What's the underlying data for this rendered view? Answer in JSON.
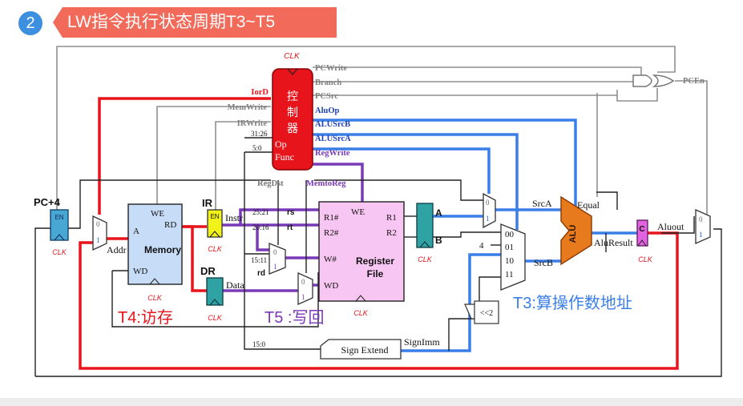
{
  "header": {
    "step_number": "2",
    "title": "LW指令执行状态周期T3~T5"
  },
  "controller": {
    "clk": "CLK",
    "label_line1": "控",
    "label_line2": "制",
    "label_line3": "器",
    "op": "Op",
    "func": "Func",
    "bits_op": "31:26",
    "bits_func": "5:0"
  },
  "signals": {
    "pcwrite": "PCWrite",
    "branch": "Branch",
    "pcsrc": "PCSrc",
    "iord": "IorD",
    "memwrite": "MemWrite",
    "aluop": "AluOp",
    "irwrite": "IRWrite",
    "alusrcb": "ALUSrcB",
    "alusrca": "ALUSrcA",
    "regwrite": "RegWrite",
    "regdst": "RegDst",
    "memtoreg": "MemtoReg",
    "pcen": "PCEn"
  },
  "pc": {
    "label": "PC+4",
    "en": "EN",
    "clk": "CLK"
  },
  "memory": {
    "title": "Memory",
    "we": "WE",
    "a": "A",
    "rd": "RD",
    "wd": "WD",
    "clk": "CLK",
    "addr": "Addr"
  },
  "ir": {
    "label": "IR",
    "en": "EN",
    "clk": "CLK",
    "instr": "Instr"
  },
  "dr": {
    "label": "DR",
    "clk": "CLK",
    "data": "Data"
  },
  "fields": {
    "rs_bits": "25:21",
    "rs": "rs",
    "rt_bits": "20:16",
    "rt": "rt",
    "rd_bits": "15:11",
    "rd": "rd",
    "imm_bits": "15:0"
  },
  "regfile": {
    "title1": "Register",
    "title2": "File",
    "we": "WE",
    "r1n": "R1#",
    "r2n": "R2#",
    "wn": "W#",
    "wd": "WD",
    "r1": "R1",
    "r2": "R2",
    "clk": "CLK"
  },
  "abreg": {
    "a": "A",
    "b": "B",
    "clk": "CLK"
  },
  "mux": {
    "zero": "0",
    "one": "1",
    "in00": "00",
    "in01": "01",
    "in10": "10",
    "in11": "11",
    "four": "4"
  },
  "alu": {
    "label": "ALU",
    "srca": "SrcA",
    "srcb": "SrcB",
    "equal": "Equal",
    "result": "AluResult"
  },
  "aluout": {
    "c": "C",
    "label": "Aluout",
    "clk": "CLK"
  },
  "sign_extend": {
    "label": "Sign Extend",
    "out": "SignImm"
  },
  "shift": {
    "label": "<<2"
  },
  "phases": {
    "t3": "T3:算操作数地址",
    "t4": "T4:访存",
    "t5": "T5 :写回"
  },
  "colors": {
    "red": "#e8141c",
    "blue": "#3a7ee8",
    "purple": "#7a3ab8",
    "header": "#f26b5a"
  }
}
